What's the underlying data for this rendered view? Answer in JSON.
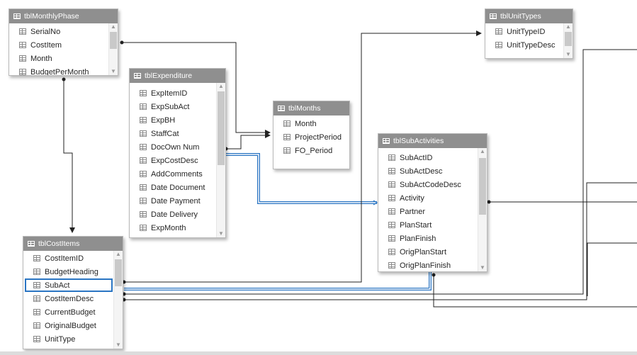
{
  "tables": {
    "monthly_phase": {
      "name": "tblMonthlyPhase",
      "fields": [
        "SerialNo",
        "CostItem",
        "Month",
        "BudgetPerMonth"
      ]
    },
    "expenditure": {
      "name": "tblExpenditure",
      "fields": [
        "ExpItemID",
        "ExpSubAct",
        "ExpBH",
        "StaffCat",
        "DocOwn Num",
        "ExpCostDesc",
        "AddComments",
        "Date Document",
        "Date Payment",
        "Date Delivery",
        "ExpMonth"
      ]
    },
    "months": {
      "name": "tblMonths",
      "fields": [
        "Month",
        "ProjectPeriod",
        "FO_Period"
      ]
    },
    "unit_types": {
      "name": "tblUnitTypes",
      "fields": [
        "UnitTypeID",
        "UnitTypeDesc"
      ]
    },
    "sub_activities": {
      "name": "tblSubActivities",
      "fields": [
        "SubActID",
        "SubActDesc",
        "SubActCodeDesc",
        "Activity",
        "Partner",
        "PlanStart",
        "PlanFinish",
        "OrigPlanStart",
        "OrigPlanFinish"
      ]
    },
    "cost_items": {
      "name": "tblCostItems",
      "fields": [
        "CostItemID",
        "BudgetHeading",
        "SubAct",
        "CostItemDesc",
        "CurrentBudget",
        "OriginalBudget",
        "UnitType"
      ],
      "selected_field": "SubAct"
    }
  },
  "colors": {
    "highlight": "#2a75c3",
    "line": "#222222",
    "title_bar": "#8f8f8f"
  }
}
